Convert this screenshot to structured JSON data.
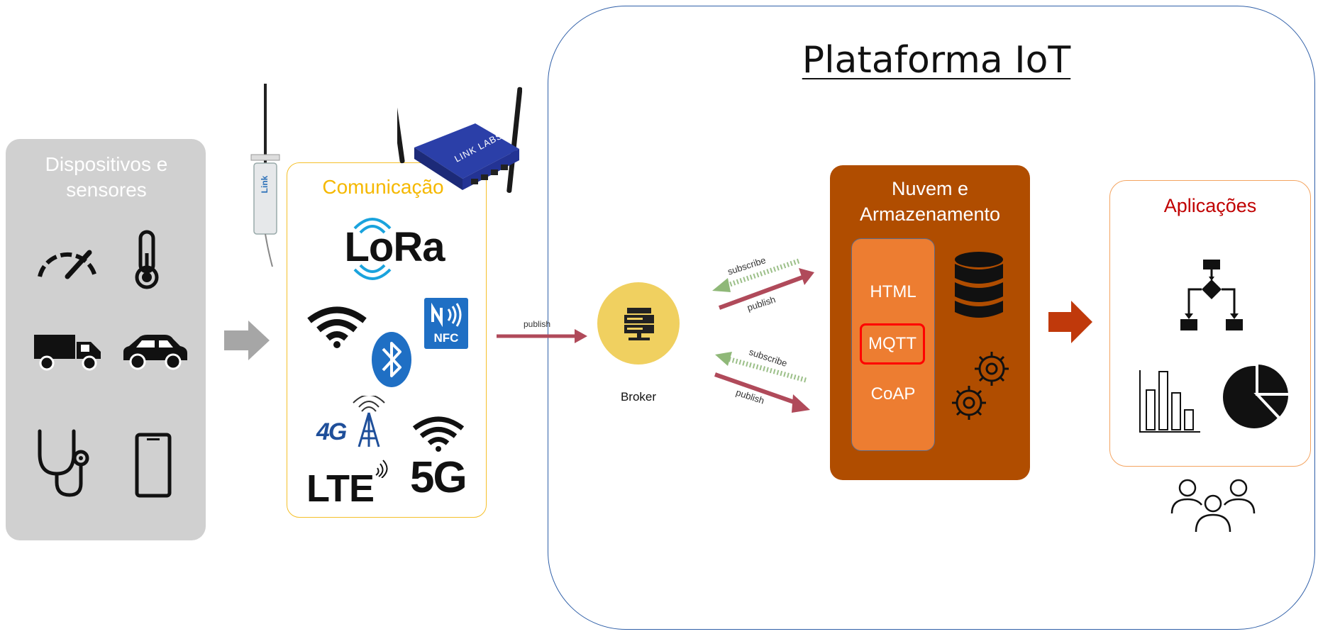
{
  "platform": {
    "title": "Plataforma IoT",
    "border_color": "#2f5fa8"
  },
  "devices": {
    "title": "Dispositivos e sensores",
    "bg_color": "#d0d0d0",
    "icons": [
      "speedometer-icon",
      "thermometer-icon",
      "truck-icon",
      "car-icon",
      "stethoscope-icon",
      "smartphone-icon"
    ]
  },
  "communication": {
    "title": "Comunicação",
    "accent_color": "#f5c02a",
    "lora": "LoRa",
    "nfc": "NFC",
    "net_4g": "4G",
    "lte": "LTE",
    "net_5g": "5G",
    "gateway_brand": "LINK LABS",
    "device_brand": "Link"
  },
  "arrows": {
    "publish_to_broker": "publish",
    "subscribe_top": "subscribe",
    "publish_top": "publish",
    "subscribe_bottom": "subscribe",
    "publish_bottom": "publish"
  },
  "broker": {
    "label": "Broker",
    "color": "#f0d060"
  },
  "cloud": {
    "title": "Nuvem e Armazenamento",
    "bg_color": "#b04d00",
    "inner_color": "#ed7d31",
    "protocols": [
      "HTML",
      "MQTT",
      "CoAP"
    ],
    "highlighted_protocol": "MQTT",
    "highlight_color": "#ff0000"
  },
  "applications": {
    "title": "Aplicações",
    "title_color": "#c00000",
    "border_color": "#f4a460",
    "icons": [
      "flowchart-icon",
      "bar-chart-icon",
      "pie-chart-icon",
      "users-icon"
    ]
  }
}
